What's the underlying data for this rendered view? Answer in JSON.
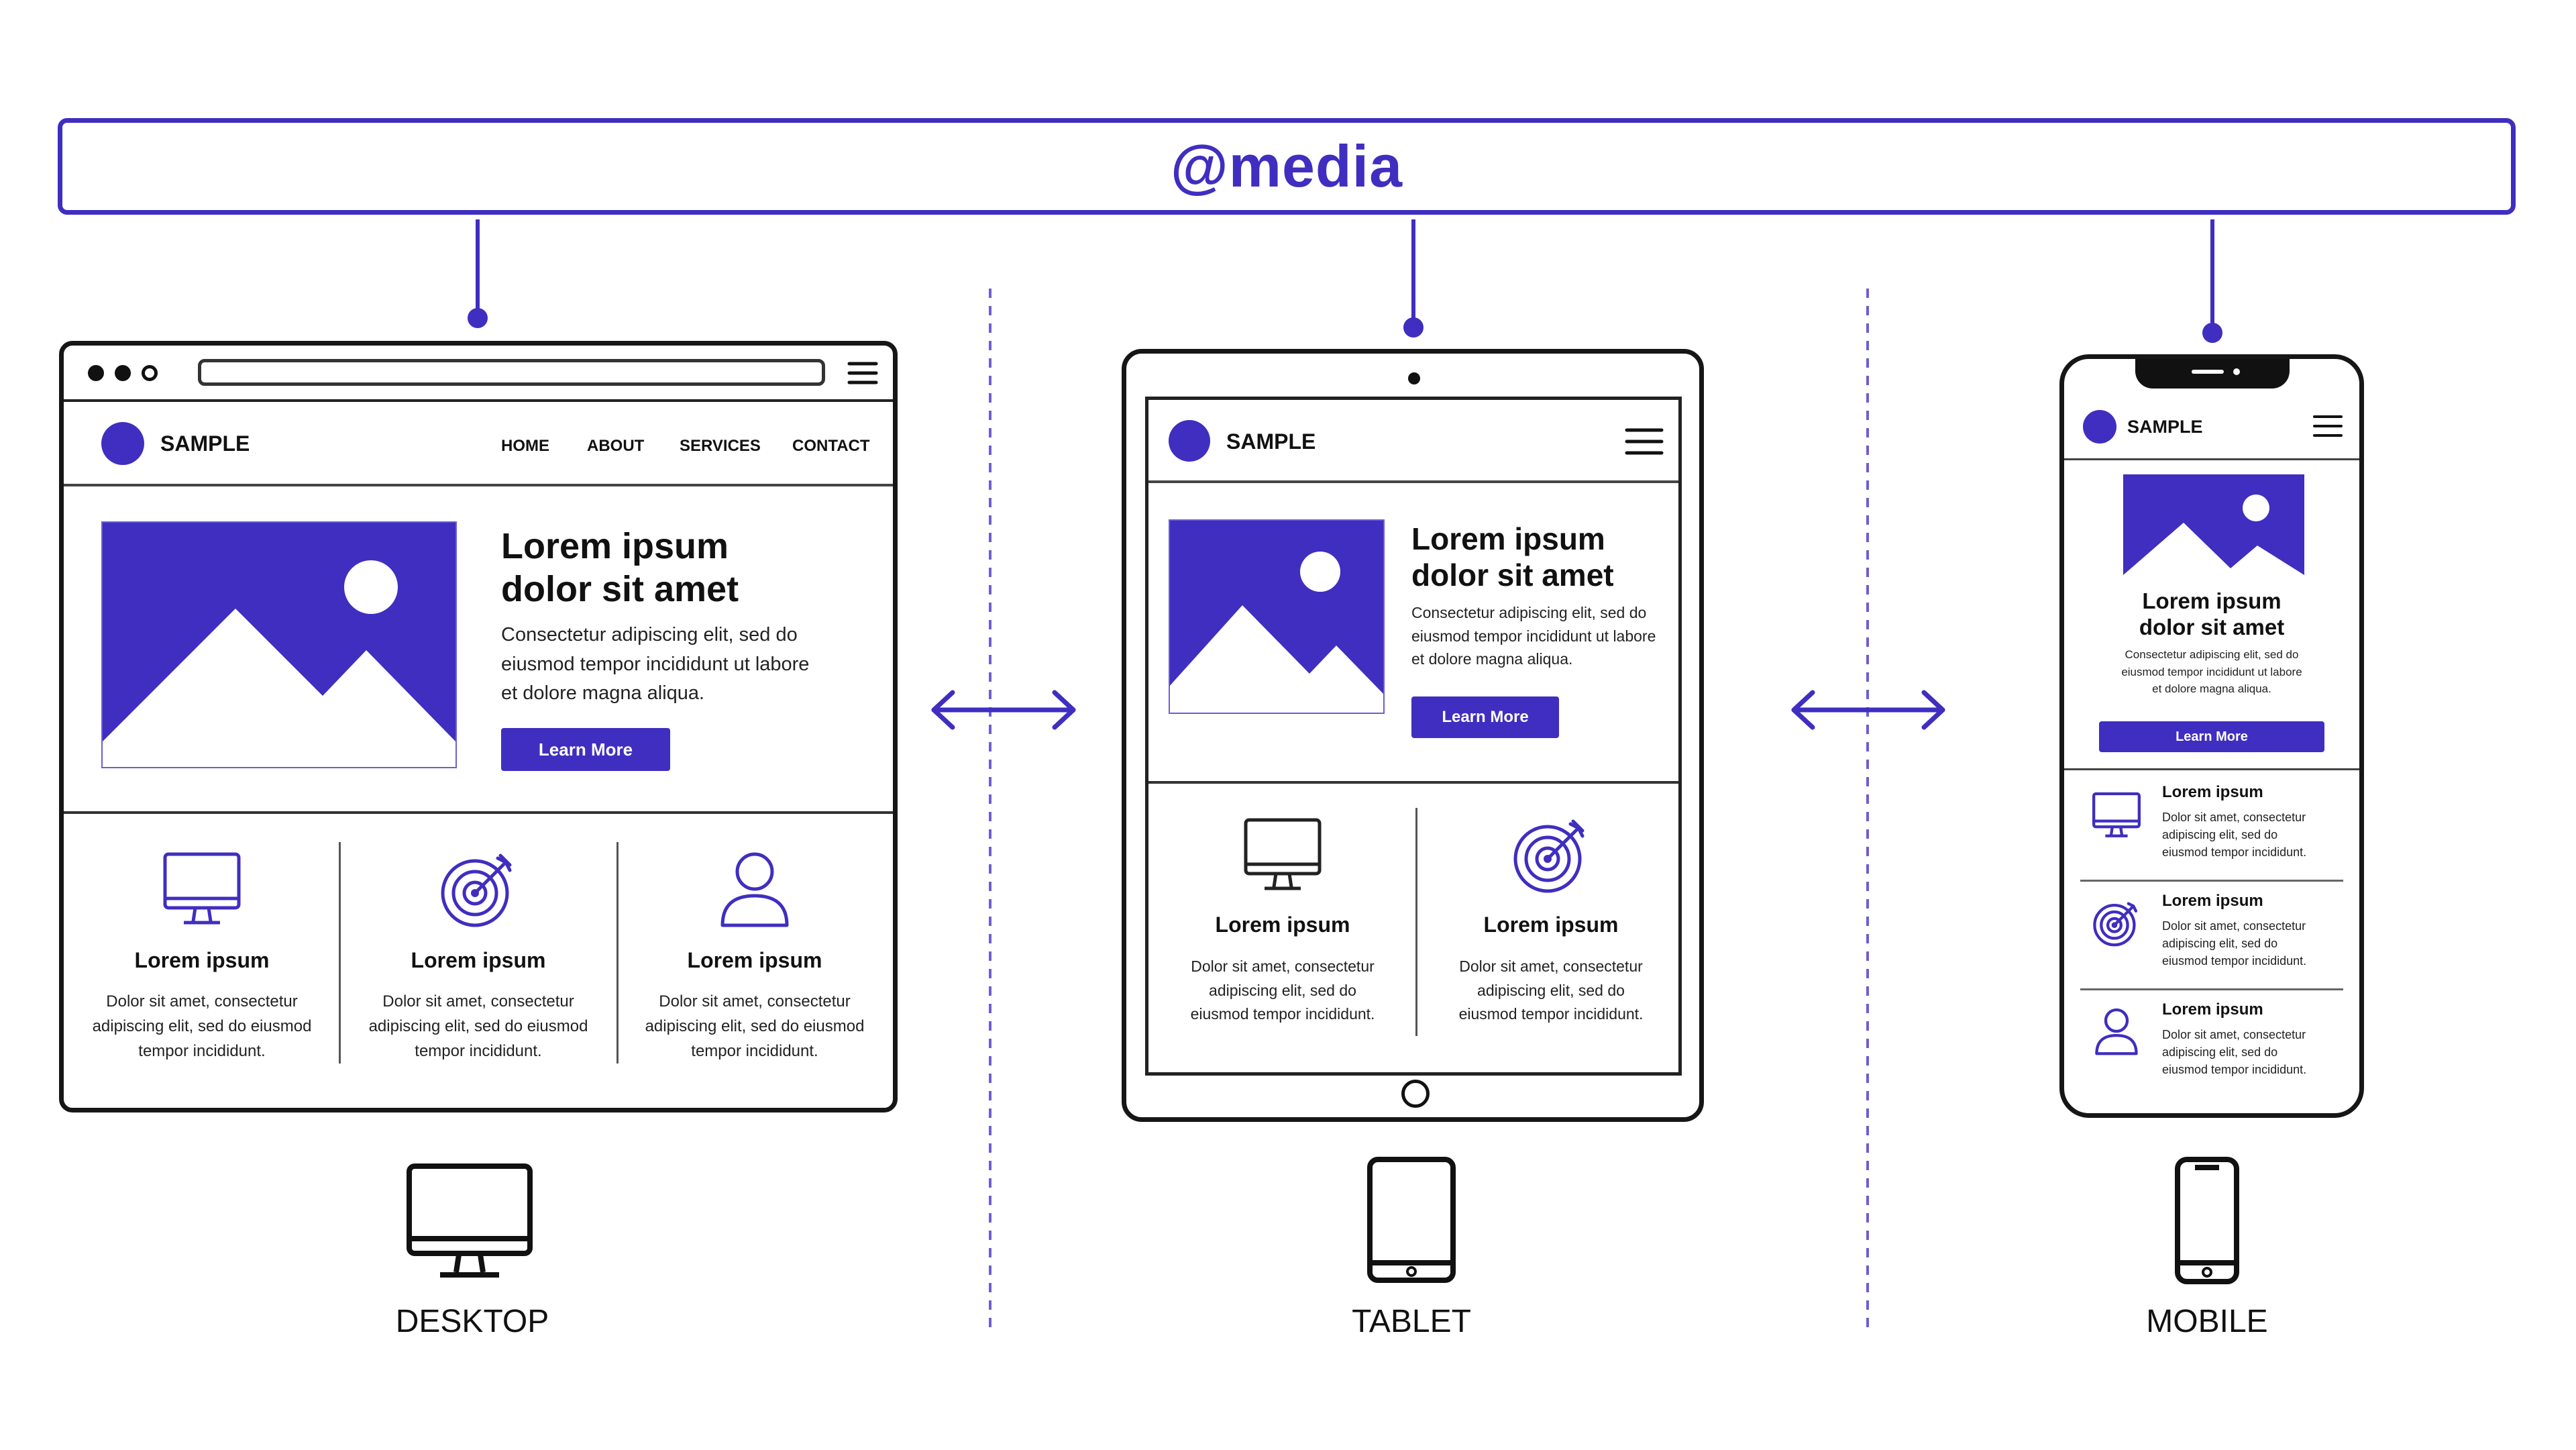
{
  "banner": {
    "title": "@media"
  },
  "colors": {
    "accent": "#3f2ec0",
    "outline": "#161616"
  },
  "desktop": {
    "brand": "SAMPLE",
    "nav": [
      "HOME",
      "ABOUT",
      "SERVICES",
      "CONTACT"
    ],
    "hero": {
      "title_line1": "Lorem ipsum",
      "title_line2": "dolor sit amet",
      "body": [
        "Consectetur adipiscing elit, sed do",
        "eiusmod tempor incididunt ut labore",
        "et dolore magna aliqua."
      ],
      "button": "Learn More"
    },
    "features": [
      {
        "icon": "monitor-icon",
        "title": "Lorem ipsum",
        "body": [
          "Dolor sit amet, consectetur",
          "adipiscing elit, sed do eiusmod",
          "tempor incididunt."
        ]
      },
      {
        "icon": "target-icon",
        "title": "Lorem ipsum",
        "body": [
          "Dolor sit amet, consectetur",
          "adipiscing elit, sed do eiusmod",
          "tempor incididunt."
        ]
      },
      {
        "icon": "user-icon",
        "title": "Lorem ipsum",
        "body": [
          "Dolor sit amet, consectetur",
          "adipiscing elit, sed do eiusmod",
          "tempor incididunt."
        ]
      }
    ],
    "label": "DESKTOP"
  },
  "tablet": {
    "brand": "SAMPLE",
    "hero": {
      "title_line1": "Lorem ipsum",
      "title_line2": "dolor sit amet",
      "body": [
        "Consectetur adipiscing elit, sed do",
        "eiusmod tempor incididunt ut labore",
        "et dolore magna aliqua."
      ],
      "button": "Learn More"
    },
    "features": [
      {
        "icon": "monitor-icon",
        "title": "Lorem ipsum",
        "body": [
          "Dolor sit amet, consectetur",
          "adipiscing elit, sed do",
          "eiusmod tempor incididunt."
        ]
      },
      {
        "icon": "target-icon",
        "title": "Lorem ipsum",
        "body": [
          "Dolor sit amet, consectetur",
          "adipiscing elit, sed do",
          "eiusmod tempor incididunt."
        ]
      }
    ],
    "label": "TABLET"
  },
  "mobile": {
    "brand": "SAMPLE",
    "hero": {
      "title_line1": "Lorem ipsum",
      "title_line2": "dolor sit amet",
      "body": [
        "Consectetur adipiscing elit, sed do",
        "eiusmod tempor incididunt ut labore",
        "et dolore magna aliqua."
      ],
      "button": "Learn More"
    },
    "features": [
      {
        "icon": "monitor-icon",
        "title": "Lorem ipsum",
        "body": [
          "Dolor sit amet, consectetur",
          "adipiscing elit, sed do",
          "eiusmod tempor incididunt."
        ]
      },
      {
        "icon": "target-icon",
        "title": "Lorem ipsum",
        "body": [
          "Dolor sit amet, consectetur",
          "adipiscing elit, sed do",
          "eiusmod tempor incididunt."
        ]
      },
      {
        "icon": "user-icon",
        "title": "Lorem ipsum",
        "body": [
          "Dolor sit amet, consectetur",
          "adipiscing elit, sed do",
          "eiusmod tempor incididunt."
        ]
      }
    ],
    "label": "MOBILE"
  }
}
